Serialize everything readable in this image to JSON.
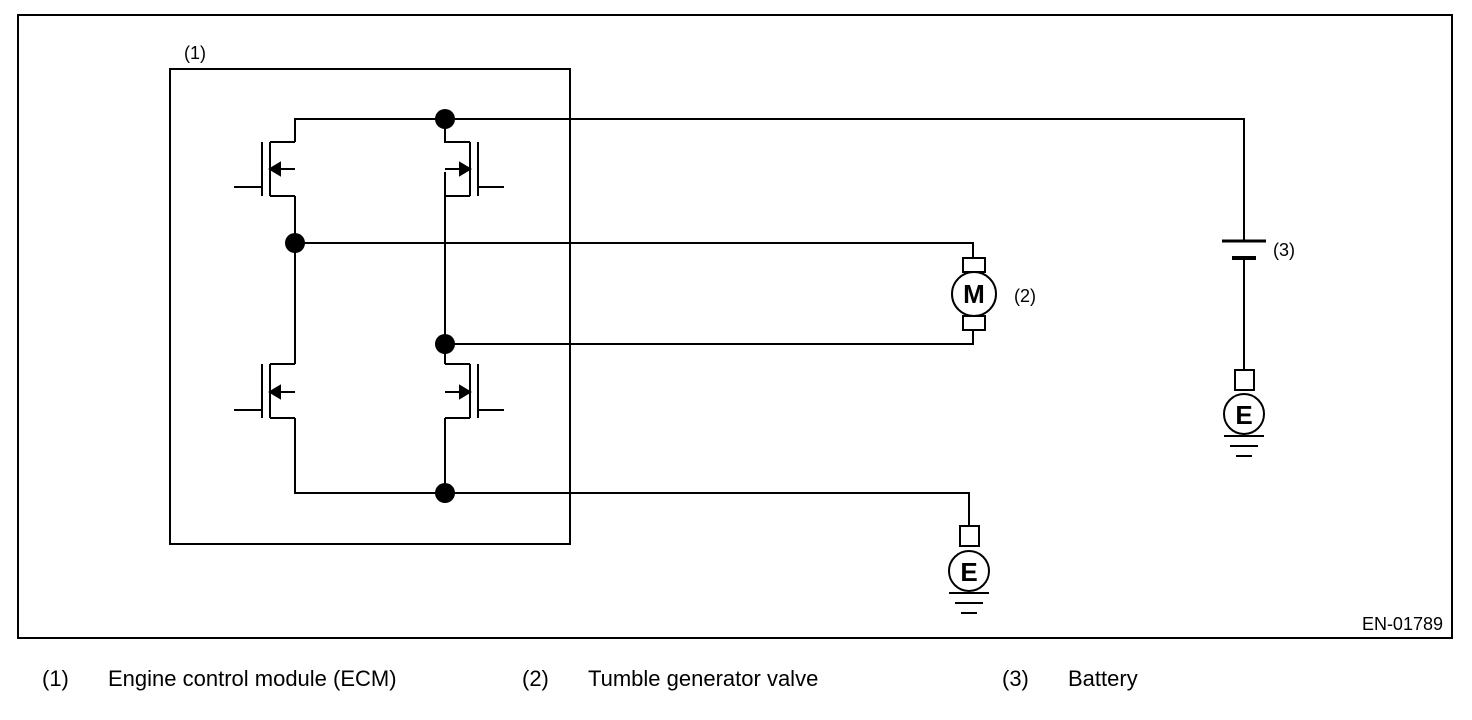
{
  "diagram": {
    "ecm_callout": "(1)",
    "motor_callout": "(2)",
    "battery_callout": "(3)",
    "motor_symbol": "M",
    "ground_symbol": "E",
    "figure_code": "EN-01789"
  },
  "legend": {
    "items": [
      {
        "num": "(1)",
        "text": "Engine control module (ECM)"
      },
      {
        "num": "(2)",
        "text": "Tumble generator valve"
      },
      {
        "num": "(3)",
        "text": "Battery"
      }
    ]
  }
}
